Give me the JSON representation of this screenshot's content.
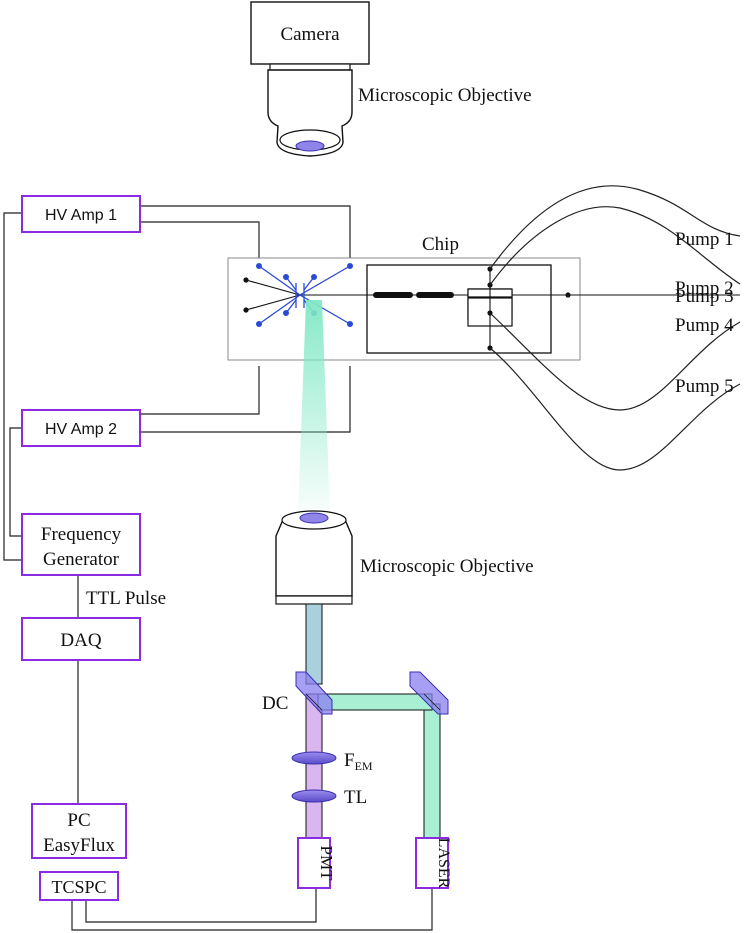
{
  "camera": {
    "label": "Camera"
  },
  "objective_top": {
    "label": "Microscopic Objective"
  },
  "objective_bottom": {
    "label": "Microscopic Objective"
  },
  "chip": {
    "label": "Chip"
  },
  "hv_amp_1": {
    "label": "HV Amp 1"
  },
  "hv_amp_2": {
    "label": "HV Amp 2"
  },
  "frequency_generator": {
    "line1": "Frequency",
    "line2": "Generator"
  },
  "ttl_pulse": {
    "label": "TTL Pulse"
  },
  "daq": {
    "label": "DAQ"
  },
  "pc": {
    "line1": "PC",
    "line2": "EasyFlux"
  },
  "tcspc": {
    "label": "TCSPC"
  },
  "pmt": {
    "label": "PMT"
  },
  "laser": {
    "label": "LASER"
  },
  "dc": {
    "label": "DC"
  },
  "f_em": {
    "main": "F",
    "sub": "EM"
  },
  "tl": {
    "label": "TL"
  },
  "pumps": [
    {
      "label": "Pump 1"
    },
    {
      "label": "Pump 2"
    },
    {
      "label": "Pump 3"
    },
    {
      "label": "Pump 4"
    },
    {
      "label": "Pump 5"
    }
  ],
  "colors": {
    "accent_box": "#8a2be2",
    "channel": "#2a4bd7",
    "excitation_beam": "#a9efd3",
    "emission_beam": "#d9b6f0",
    "objective_beam": "#a9d0dc",
    "optic": "#7b6fe0"
  }
}
